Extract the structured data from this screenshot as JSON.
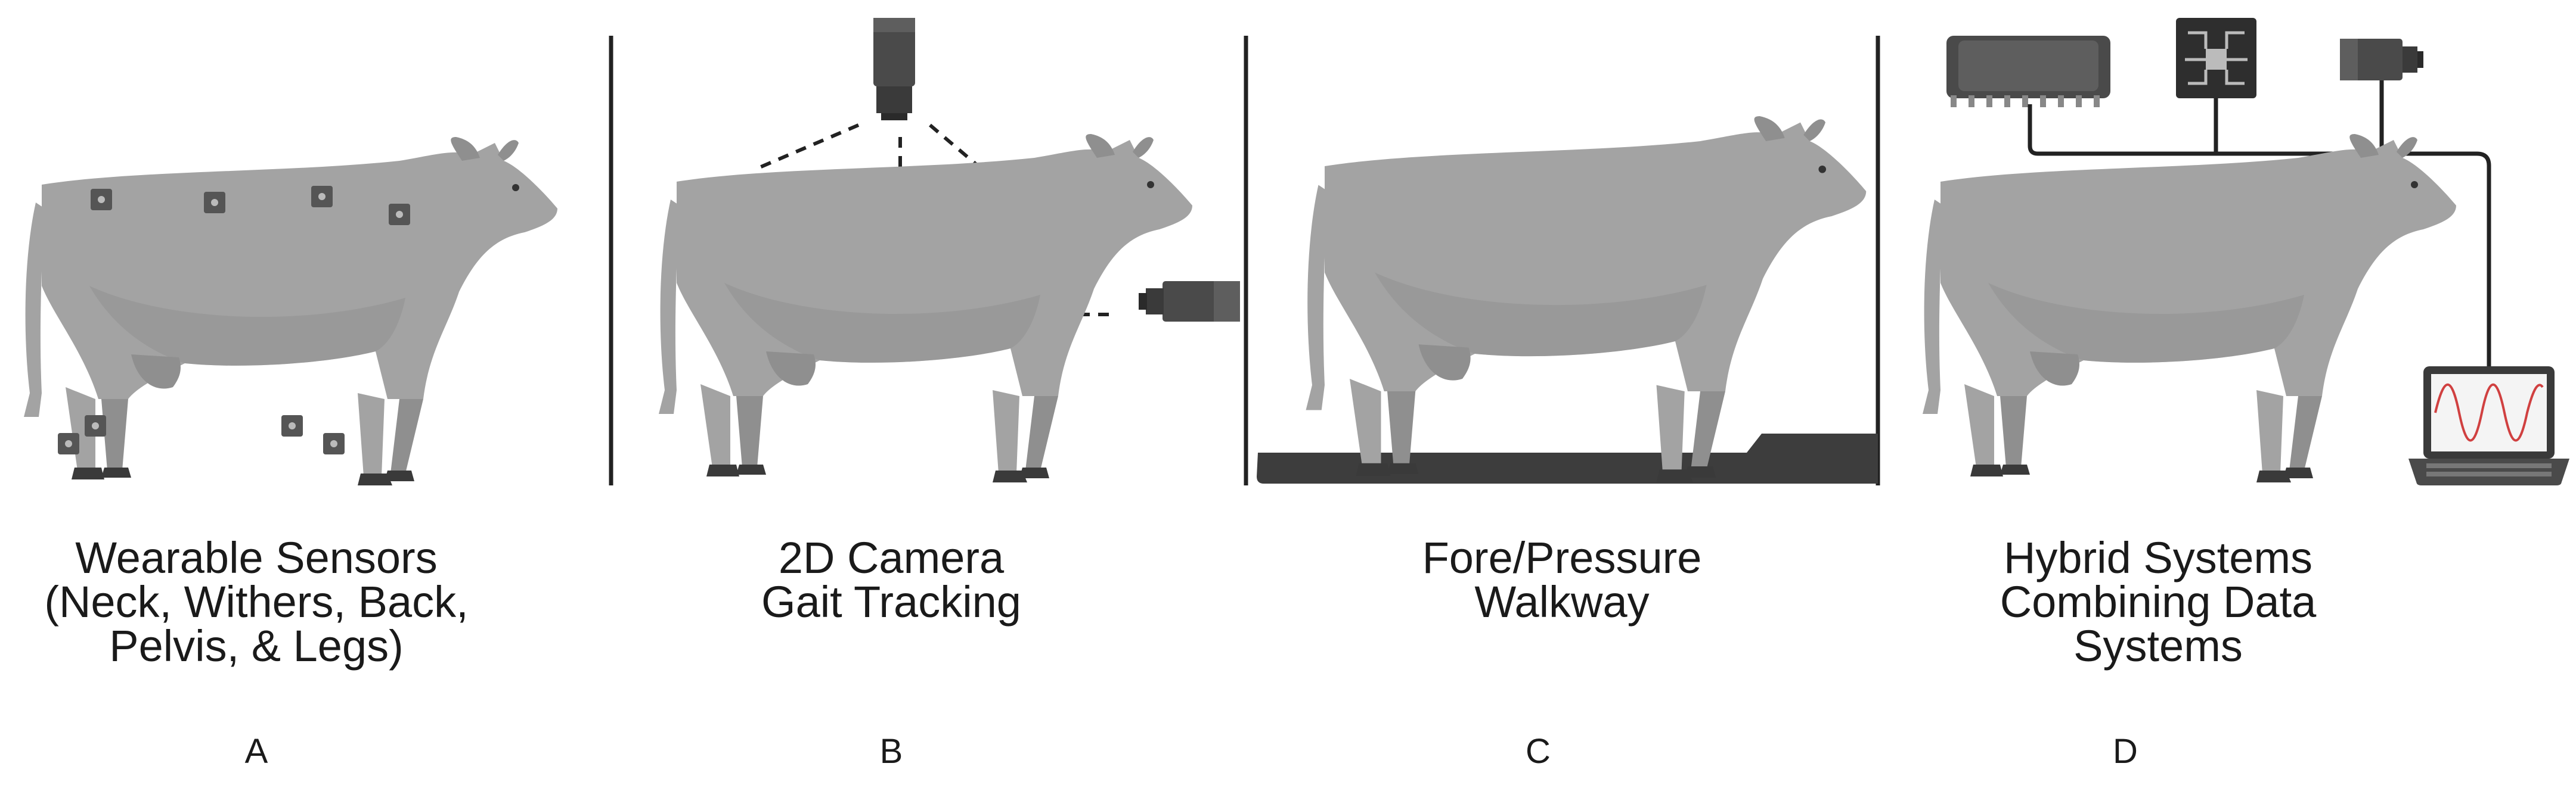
{
  "panels": [
    {
      "letter": "A",
      "caption_lines": [
        "Wearable Sensors",
        "(Neck, Withers, Back,",
        "Pelvis, & Legs)"
      ]
    },
    {
      "letter": "B",
      "caption_lines": [
        "2D Camera",
        "Gait Tracking"
      ]
    },
    {
      "letter": "C",
      "caption_lines": [
        "Fore/Pressure",
        "Walkway"
      ]
    },
    {
      "letter": "D",
      "caption_lines": [
        "Hybrid Systems",
        "Combining Data",
        "Systems"
      ]
    }
  ],
  "colors": {
    "cow_body": "#a3a3a3",
    "cow_shade": "#8f8f8f",
    "cow_hoof": "#3a3a3a",
    "sensor": "#555555",
    "camera": "#4a4a4a",
    "walkway": "#3d3d3d",
    "divider": "#222222",
    "signal_wave": "#d04040"
  },
  "icons": [
    "cow-icon",
    "wearable-sensor-icon",
    "camera-icon",
    "pressure-walkway-icon",
    "microchip-icon",
    "circuit-board-icon",
    "laptop-icon"
  ]
}
